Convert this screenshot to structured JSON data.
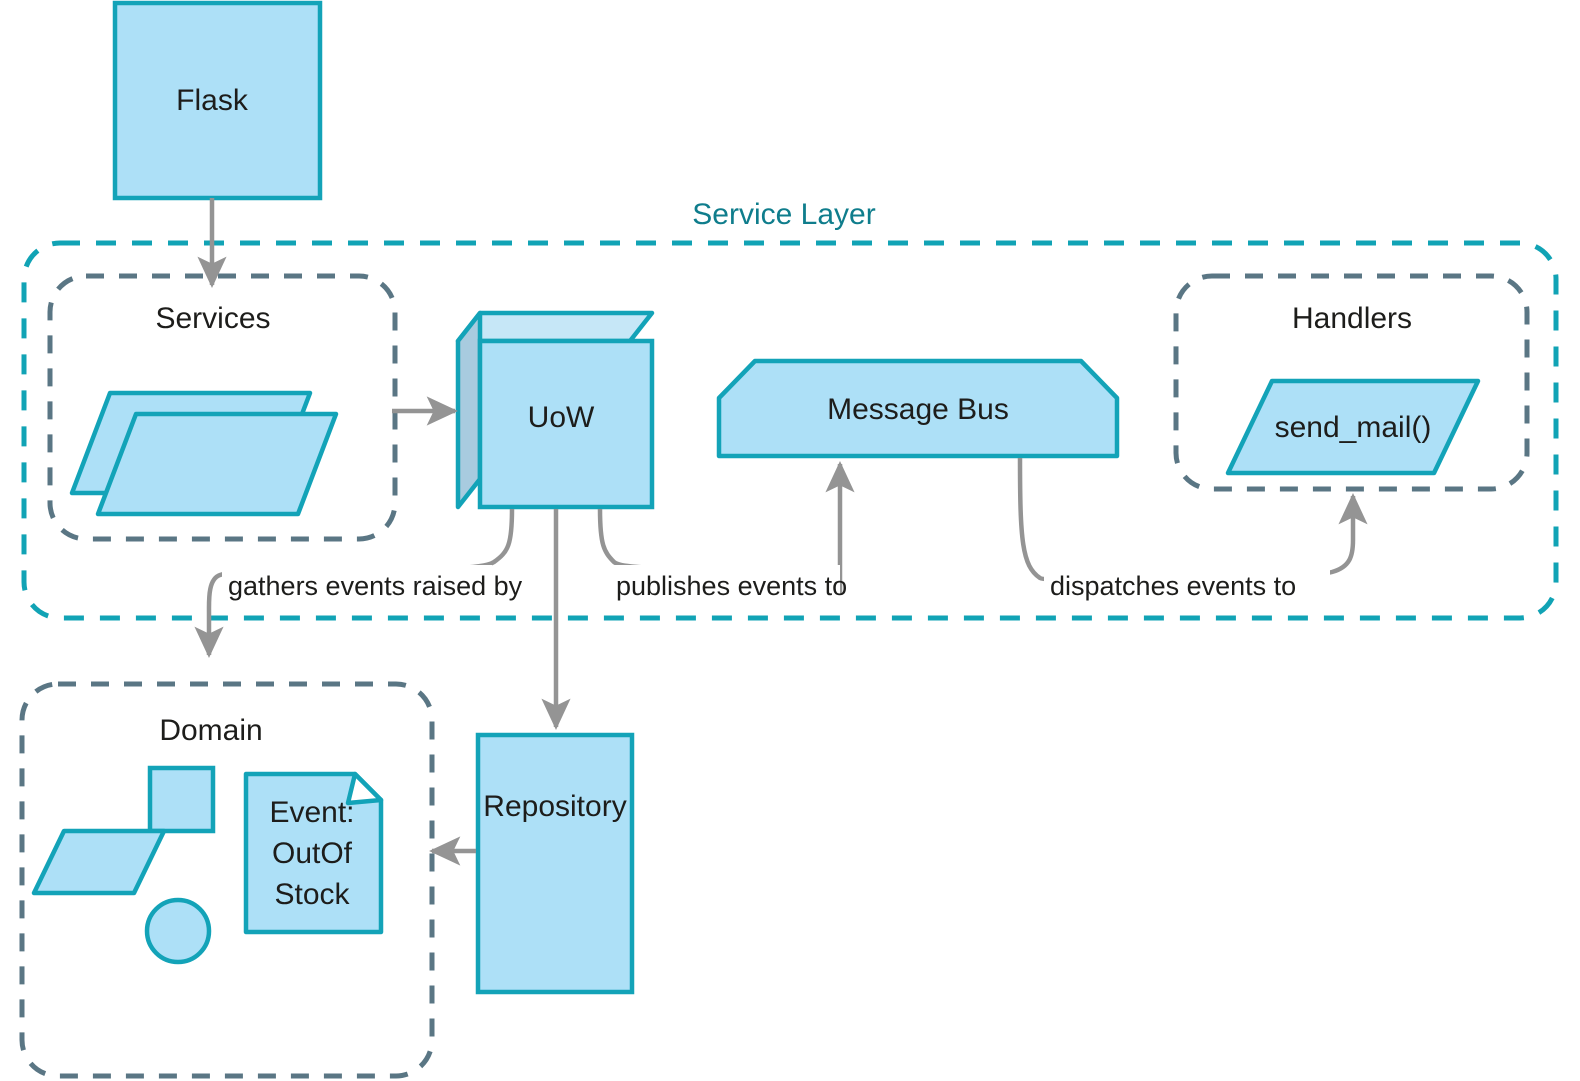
{
  "diagram": {
    "title_visible": false,
    "colors": {
      "shape_fill": "#ade0f7",
      "shape_stroke": "#13a3b8",
      "shape_top_face": "#c6e7f7",
      "shape_side_face": "#a8cbdf",
      "arrow": "#949494",
      "group_dash": "#5a7684",
      "layer_dash": "#11a3b5",
      "layer_text": "#0f7d8c",
      "text": "#1d1d1b",
      "background": "#ffffff"
    },
    "layers": {
      "service_layer": {
        "label": "Service Layer"
      }
    },
    "groups": [
      {
        "key": "services",
        "label": "Services"
      },
      {
        "key": "handlers",
        "label": "Handlers"
      },
      {
        "key": "domain",
        "label": "Domain"
      }
    ],
    "nodes": [
      {
        "key": "flask",
        "label": "Flask",
        "shape": "rectangle"
      },
      {
        "key": "uow",
        "label": "UoW",
        "shape": "cube-3d"
      },
      {
        "key": "message_bus",
        "label": "Message Bus",
        "shape": "octagon"
      },
      {
        "key": "send_mail",
        "label": "send_mail()",
        "shape": "parallelogram"
      },
      {
        "key": "repository",
        "label": "Repository",
        "shape": "rectangle"
      },
      {
        "key": "event_note",
        "label_lines": [
          "Event:",
          "OutOf",
          "Stock"
        ],
        "shape": "note"
      },
      {
        "key": "services_sheets",
        "label": "",
        "shape": "stacked-parallelograms"
      },
      {
        "key": "domain_square",
        "label": "",
        "shape": "rectangle"
      },
      {
        "key": "domain_parallelogram",
        "label": "",
        "shape": "parallelogram"
      },
      {
        "key": "domain_circle",
        "label": "",
        "shape": "circle"
      }
    ],
    "edges": [
      {
        "key": "flask_to_services",
        "label": "",
        "from": "flask",
        "to": "services"
      },
      {
        "key": "services_to_uow",
        "label": "",
        "from": "services",
        "to": "uow"
      },
      {
        "key": "uow_gathers",
        "label": "gathers events raised by",
        "from": "uow",
        "to": "domain"
      },
      {
        "key": "uow_to_repository",
        "label": "",
        "from": "uow",
        "to": "repository"
      },
      {
        "key": "uow_publishes",
        "label": "publishes events to",
        "from": "uow",
        "to": "message_bus"
      },
      {
        "key": "bus_dispatches",
        "label": "dispatches events to",
        "from": "message_bus",
        "to": "handlers"
      },
      {
        "key": "repository_to_domain",
        "label": "",
        "from": "repository",
        "to": "event_note"
      }
    ],
    "edge_labels": {
      "gathers": "gathers events raised by",
      "publishes": "publishes events to",
      "dispatches": "dispatches events to"
    },
    "node_labels": {
      "flask": "Flask",
      "uow": "UoW",
      "message_bus": "Message Bus",
      "send_mail": "send_mail()",
      "repository": "Repository",
      "event_line1": "Event:",
      "event_line2": "OutOf",
      "event_line3": "Stock"
    }
  }
}
